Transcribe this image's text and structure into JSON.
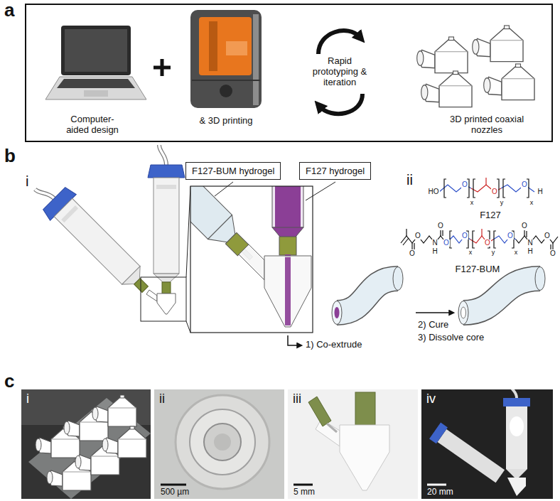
{
  "diagram": {
    "nodes": [
      {
        "text": [
          "Computer-aided design",
          "& 3D printing",
          "Rapid prototyping & iteration",
          "3D printed coaxial nozzles"
        ]
      },
      {
        "text": [
          "F127-BUM hydrogel"
        ]
      },
      {
        "text": [
          "F127 hydrogel"
        ]
      }
    ],
    "labels": [
      "a",
      "b",
      "i",
      "ii",
      "HO",
      "O",
      "x",
      "O",
      "y",
      "O",
      "x",
      "H",
      "F127",
      "O",
      "O",
      "N",
      "H",
      "O",
      "O",
      "O",
      "x",
      "O",
      "y",
      "O",
      "x",
      "O",
      "N",
      "H",
      "O",
      "O",
      "F127-BUM",
      "1) Co-extrude",
      "2) Cure",
      "3) Dissolve core",
      "c",
      "i",
      "ii",
      "iii",
      "iv",
      "500 µm",
      "5 mm",
      "20 mm"
    ]
  }
}
